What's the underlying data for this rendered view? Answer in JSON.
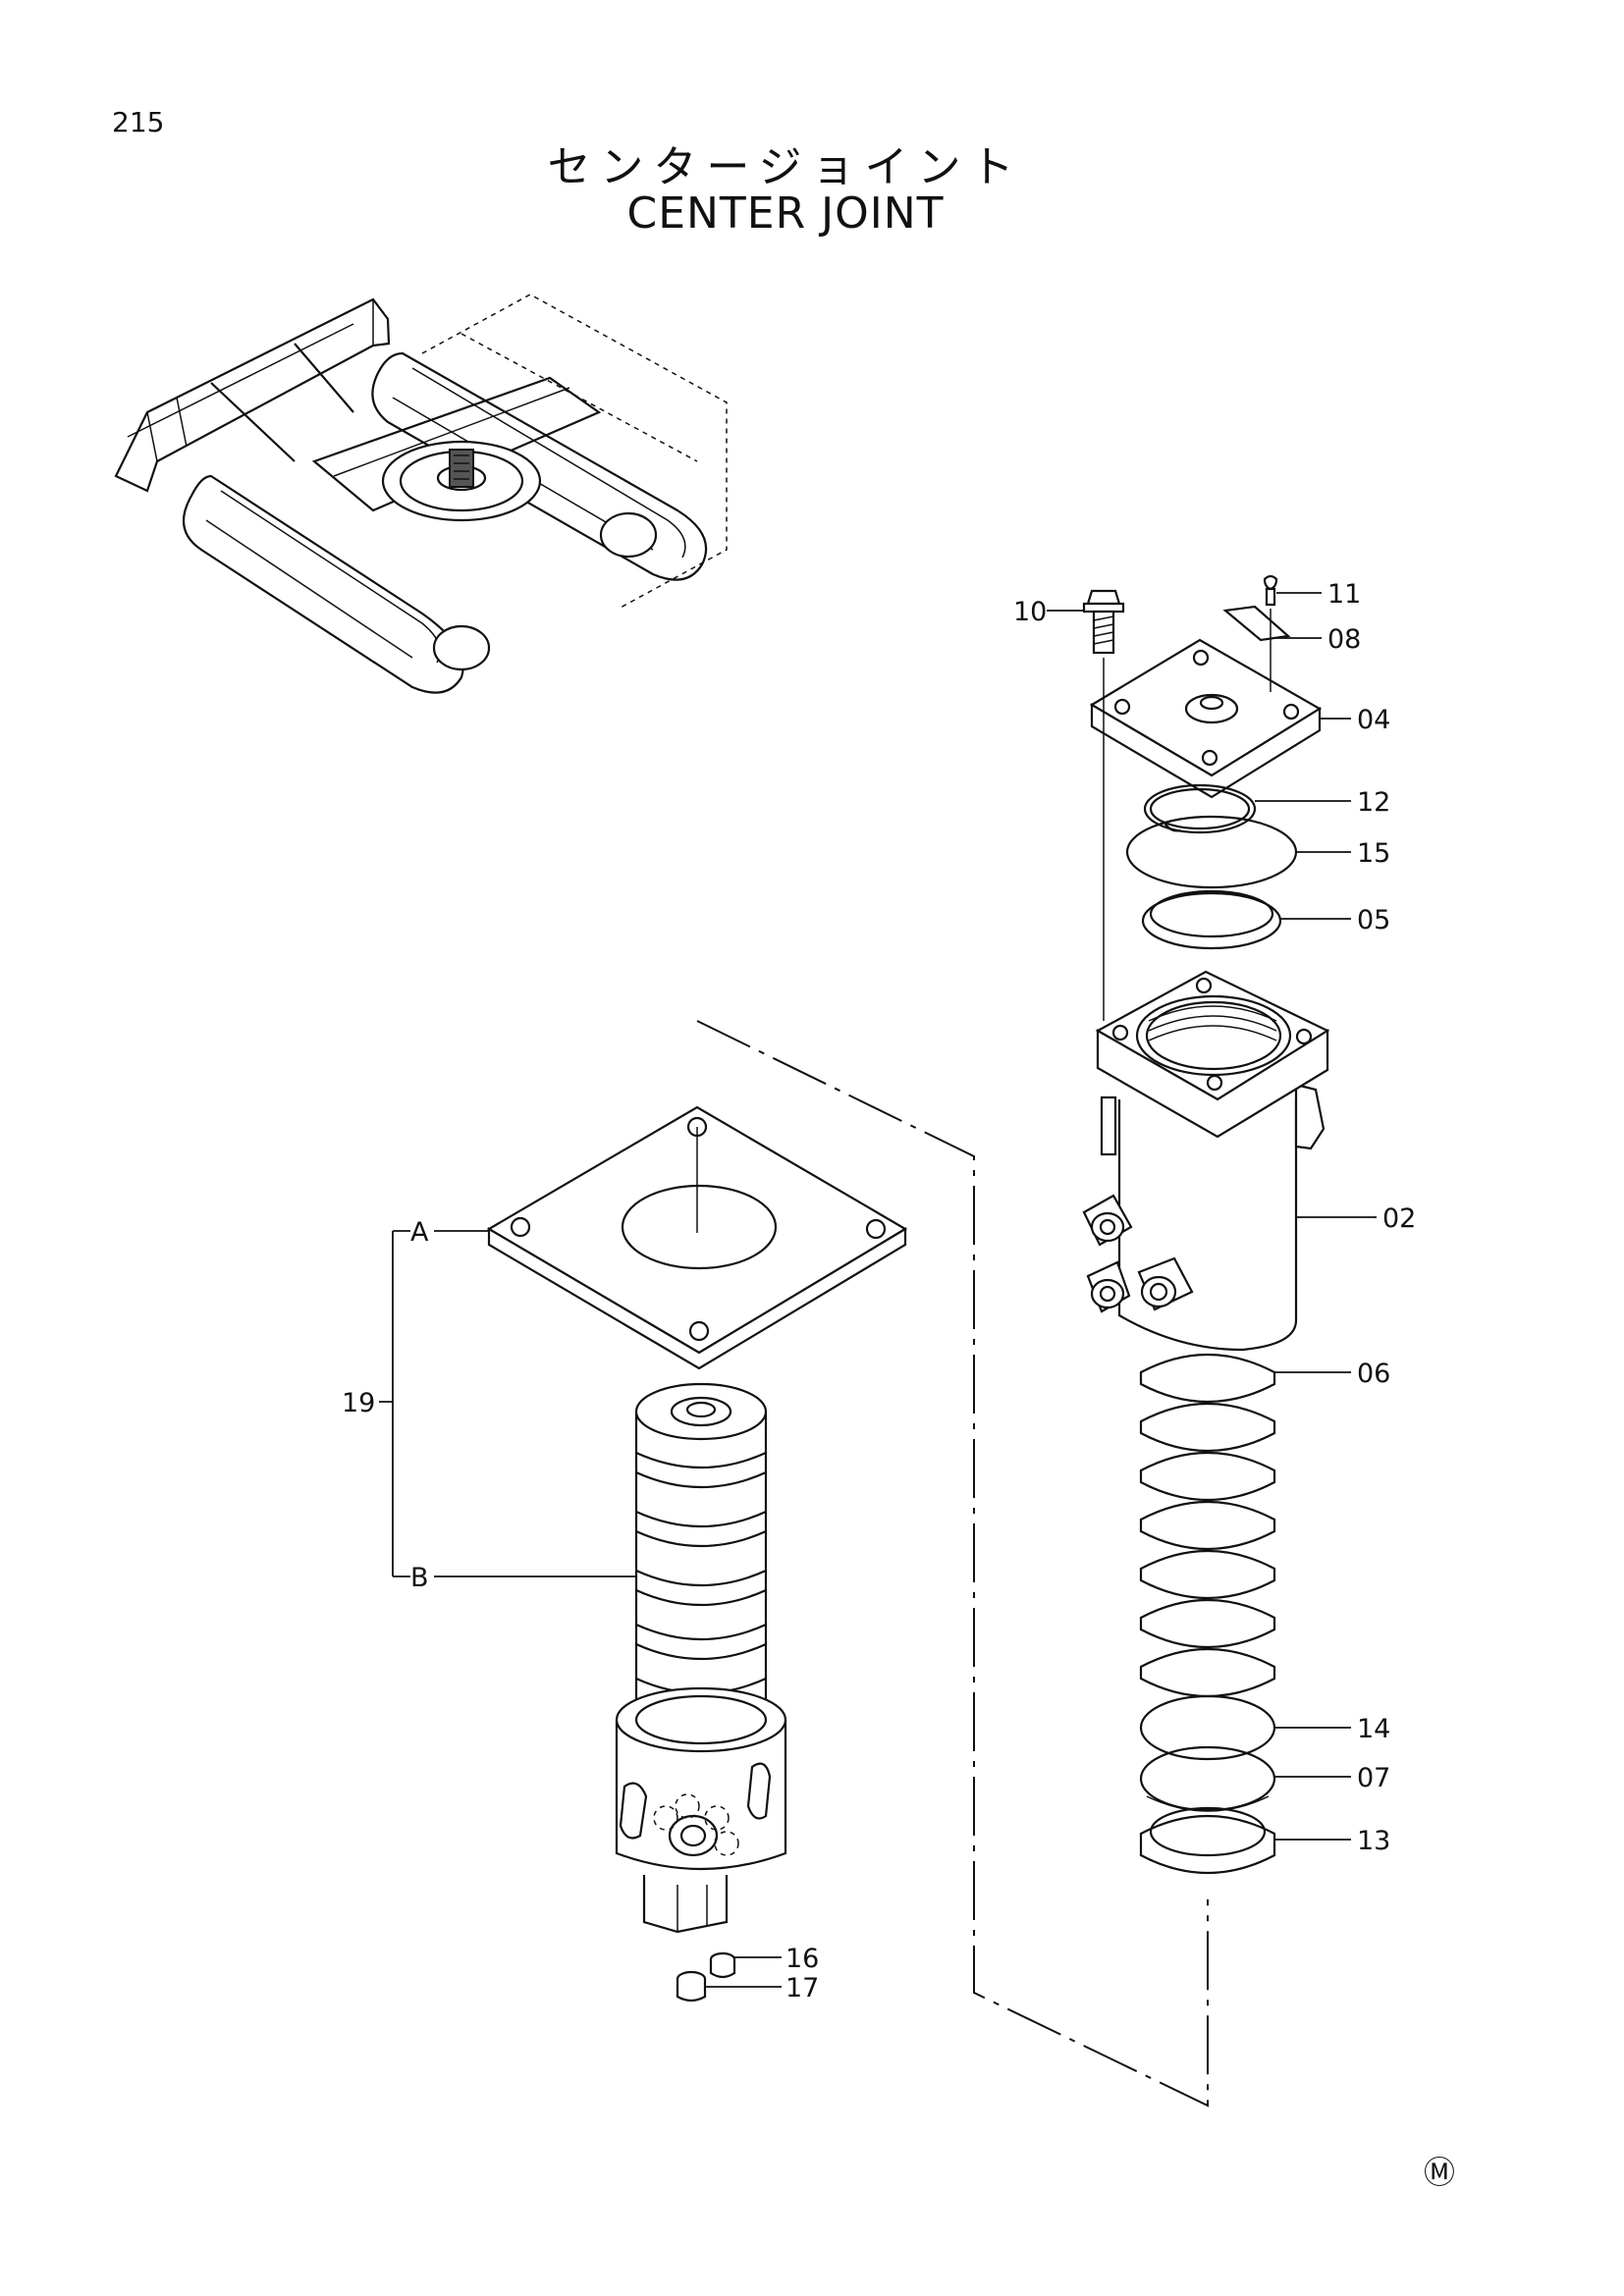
{
  "page_number": "215",
  "title_jp": "センタージョイント",
  "title_en": "CENTER JOINT",
  "mark": "Ⓜ",
  "callouts": {
    "c02": "02",
    "c04": "04",
    "c05": "05",
    "c06": "06",
    "c07": "07",
    "c08": "08",
    "c10": "10",
    "c11": "11",
    "c12": "12",
    "c13": "13",
    "c14": "14",
    "c15": "15",
    "c16": "16",
    "c17": "17",
    "c19": "19",
    "cA": "A",
    "cB": "B"
  }
}
